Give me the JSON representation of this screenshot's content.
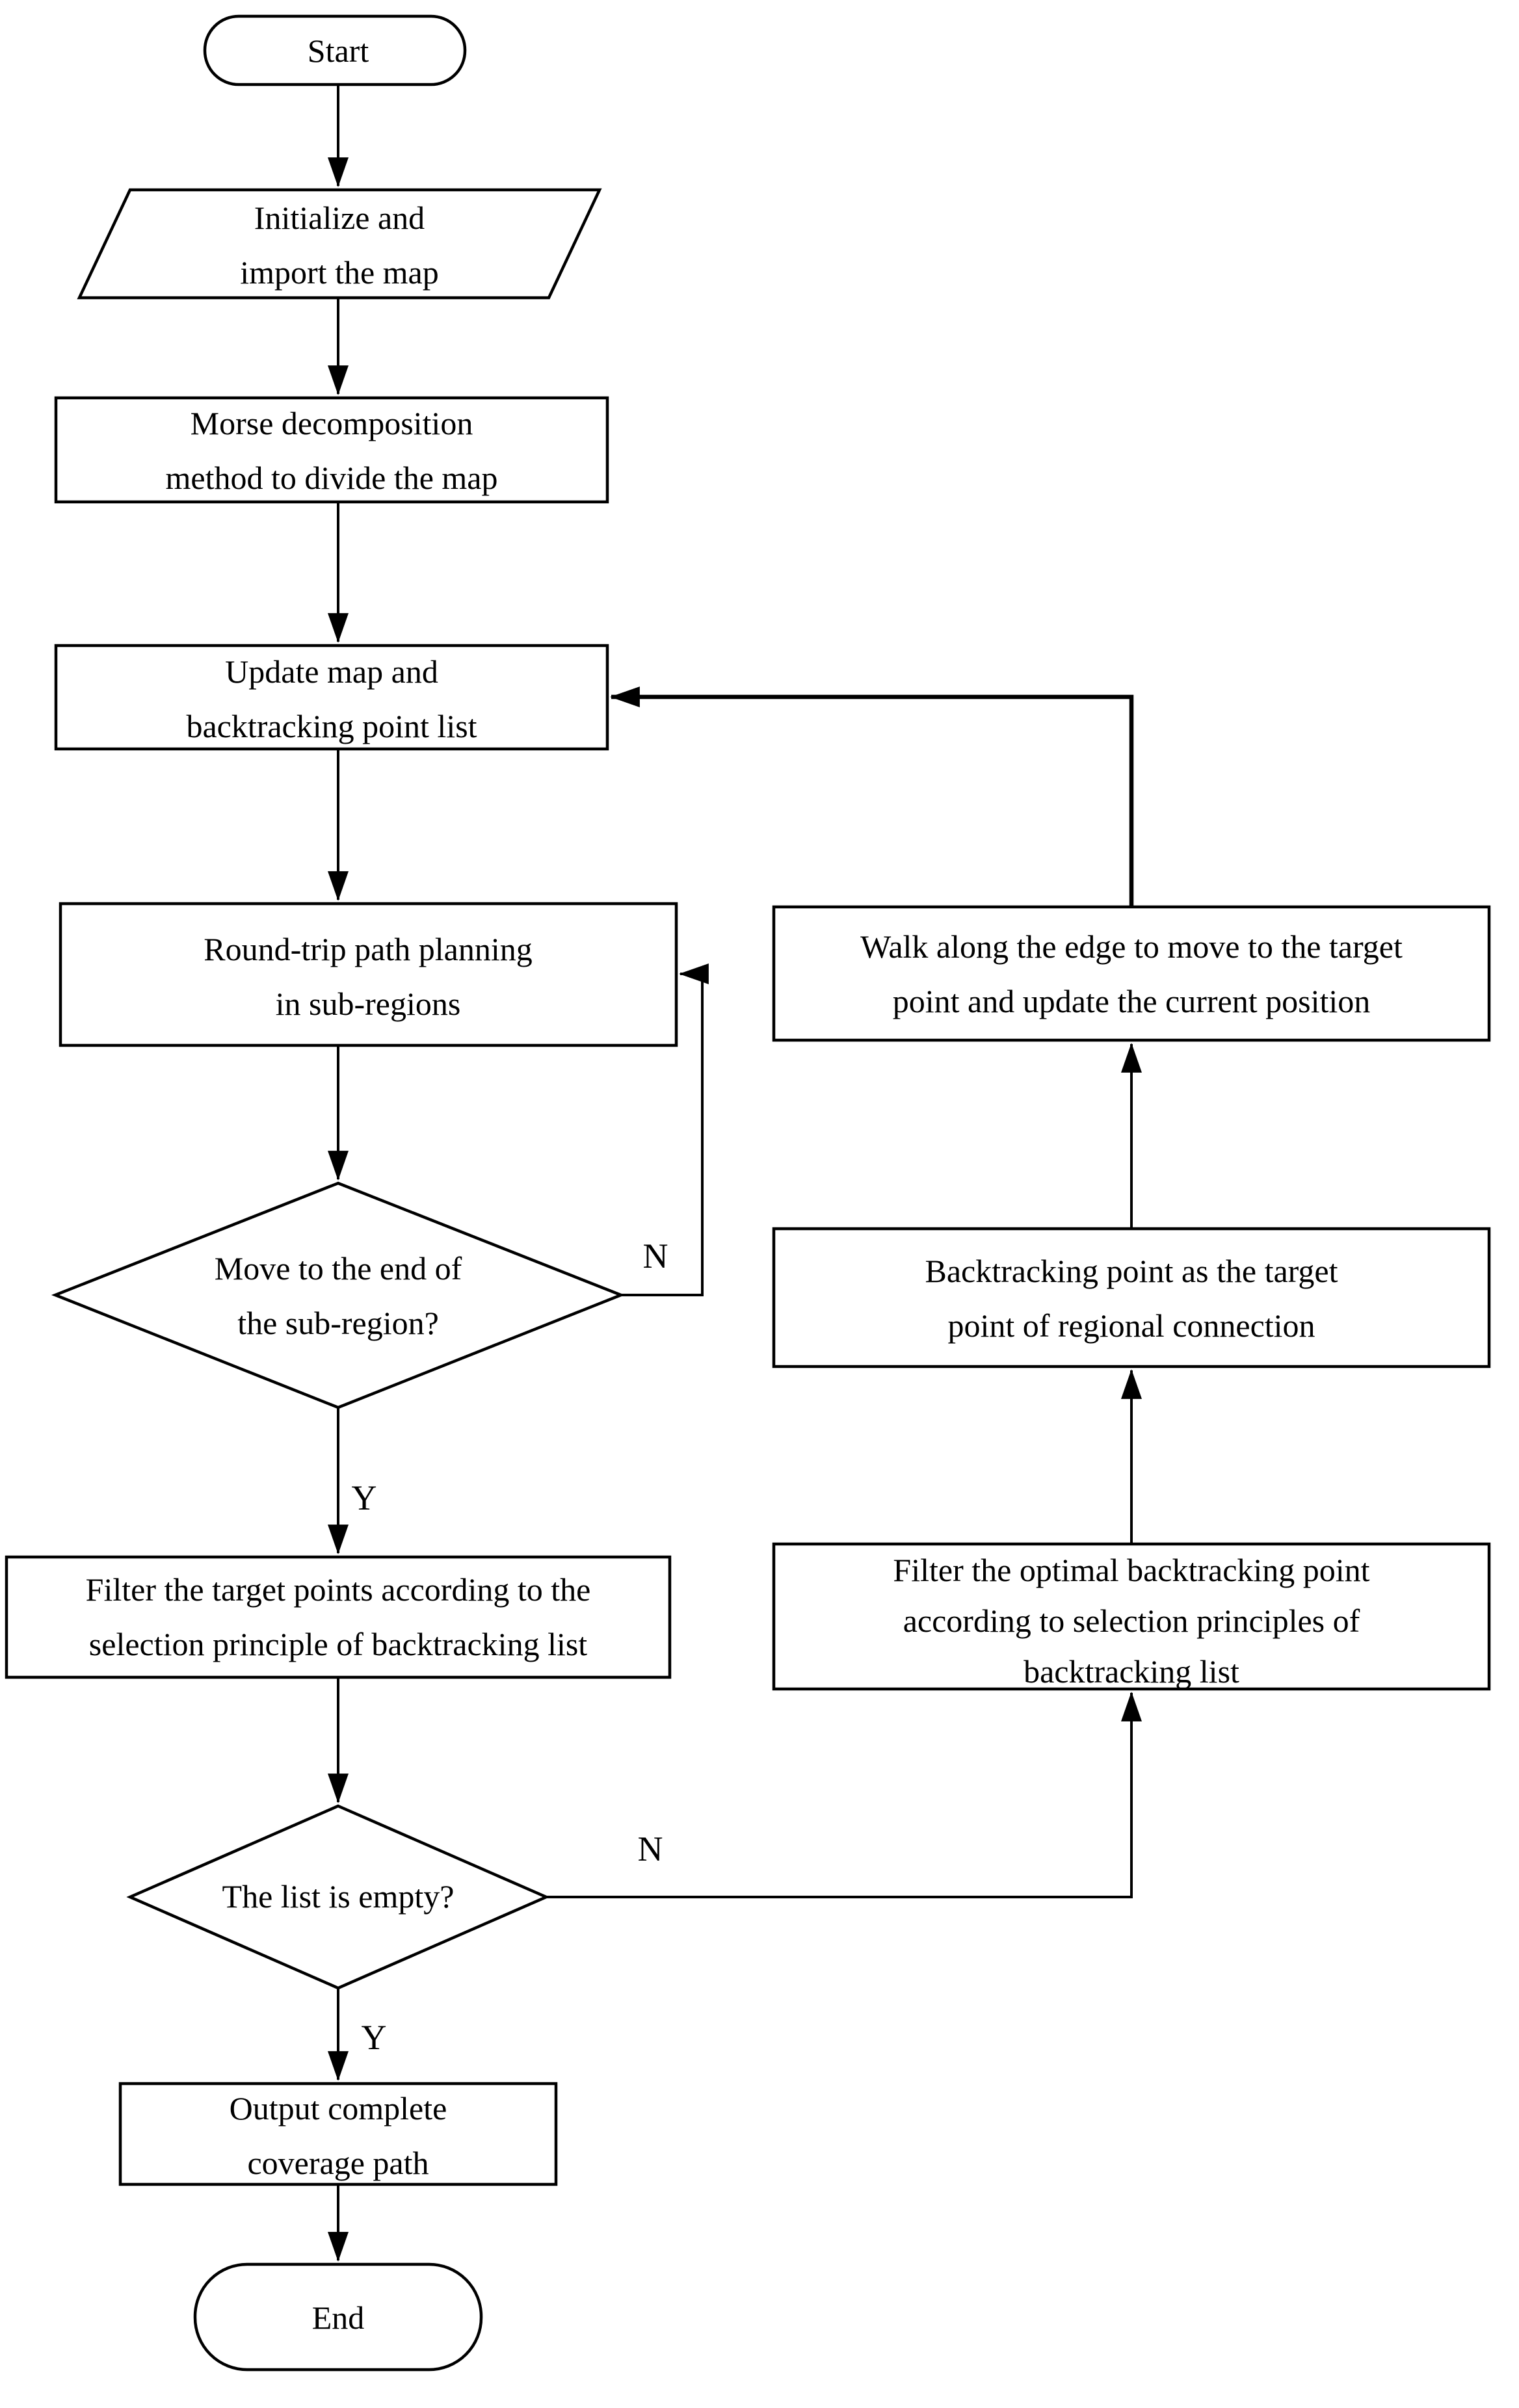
{
  "flowchart": {
    "colors": {
      "background": "#ffffff",
      "stroke": "#000000",
      "fill": "#ffffff"
    },
    "nodes": {
      "start": {
        "type": "terminator",
        "label": "Start"
      },
      "init": {
        "type": "data-parallelogram",
        "lines": [
          "Initialize and",
          "import the map"
        ]
      },
      "morse": {
        "type": "process",
        "lines": [
          "Morse decomposition",
          "method to divide the map"
        ]
      },
      "update": {
        "type": "process",
        "lines": [
          "Update map and",
          "backtracking point list"
        ]
      },
      "roundtrip": {
        "type": "process",
        "lines": [
          "Round-trip path planning",
          "in sub-regions"
        ]
      },
      "decision_subregion": {
        "type": "decision",
        "lines": [
          "Move to the end of",
          "the sub-region?"
        ]
      },
      "filter_target": {
        "type": "process",
        "lines": [
          "Filter the target points according to the",
          "selection principle of backtracking list"
        ]
      },
      "decision_list_empty": {
        "type": "decision",
        "label": "The list is empty?"
      },
      "output": {
        "type": "process",
        "lines": [
          "Output complete",
          "coverage path"
        ]
      },
      "end": {
        "type": "terminator",
        "label": "End"
      },
      "walk": {
        "type": "process",
        "lines": [
          "Walk along the edge to move to the target",
          "point and update the current position"
        ]
      },
      "backtrack_point": {
        "type": "process",
        "lines": [
          "Backtracking point as the target",
          "point of regional connection"
        ]
      },
      "filter_optimal": {
        "type": "process",
        "lines": [
          "Filter the optimal backtracking point",
          "according to selection principles of",
          "backtracking list"
        ]
      }
    },
    "edge_labels": {
      "subregion_no": "N",
      "subregion_yes": "Y",
      "list_empty_no": "N",
      "list_empty_yes": "Y"
    }
  }
}
